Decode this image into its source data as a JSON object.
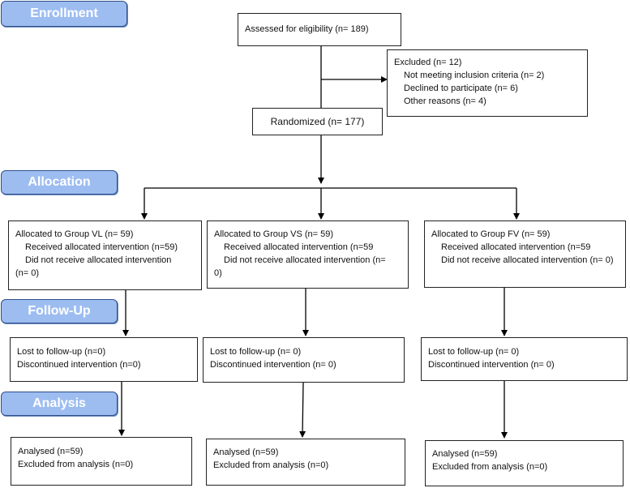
{
  "phases": {
    "enrollment": "Enrollment",
    "allocation": "Allocation",
    "followup": "Follow-Up",
    "analysis": "Analysis"
  },
  "colors": {
    "phase_fill": "#9dbdf1",
    "phase_border": "#2e4f8a",
    "box_border": "#222222",
    "arrow": "#000000"
  },
  "assessed": {
    "text": "Assessed for eligibility (n= 189)"
  },
  "excluded": {
    "title": "Excluded (n= 12)",
    "items": [
      "Not meeting inclusion criteria (n= 2)",
      "Declined to participate (n= 6)",
      "Other reasons (n= 4)"
    ]
  },
  "randomized": {
    "text": "Randomized (n= 177)"
  },
  "groups": [
    {
      "allocated": "Allocated to Group VL (n= 59)",
      "received": "Received allocated intervention (n=59)",
      "not_received_a": "Did not receive allocated intervention",
      "not_received_b": "(n= 0)",
      "lost": "Lost to follow-up (n=0)",
      "discontinued": "Discontinued intervention (n=0)",
      "analysed": "Analysed (n=59)",
      "excluded_analysis": "Excluded from analysis (n=0)"
    },
    {
      "allocated": "Allocated to Group VS (n= 59)",
      "received": "Received allocated intervention (n=59",
      "not_received_a": "Did not receive allocated intervention (n=",
      "not_received_b": "0)",
      "lost": "Lost to follow-up (n= 0)",
      "discontinued": "Discontinued intervention (n= 0)",
      "analysed": "Analysed (n=59)",
      "excluded_analysis": "Excluded from analysis (n=0)"
    },
    {
      "allocated": "Allocated to Group FV (n= 59)",
      "received": "Received allocated intervention (n=59",
      "not_received_a": "Did not receive allocated intervention (n= 0)",
      "lost": "Lost to follow-up  (n= 0)",
      "discontinued": "Discontinued intervention (n= 0)",
      "analysed": "Analysed (n=59)",
      "excluded_analysis": "Excluded from analysis (n=0)"
    }
  ]
}
